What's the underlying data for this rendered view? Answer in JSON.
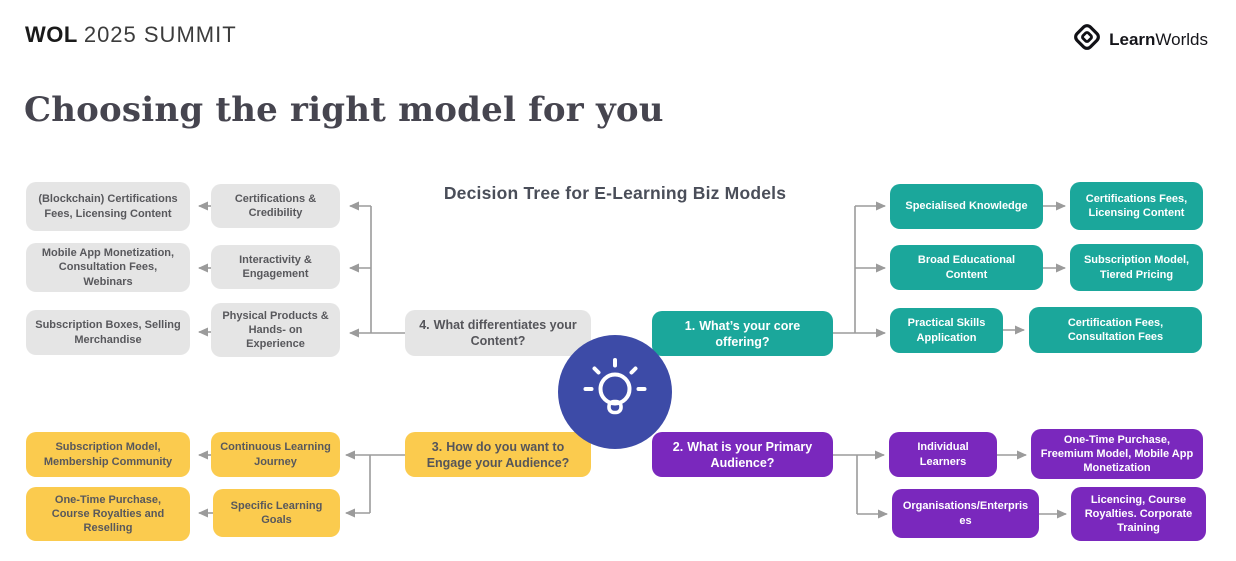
{
  "header": {
    "brand_left": {
      "bold": "WOL",
      "rest": "2025 SUMMIT"
    },
    "brand_right": {
      "bold": "Learn",
      "rest": "Worlds"
    },
    "page_title": "Choosing the right model for you"
  },
  "diagram": {
    "title": "Decision Tree for E-Learning Biz Models",
    "center_icon": "lightbulb-icon",
    "colors": {
      "teal": "#1ba79b",
      "purple": "#7a28bd",
      "yellow": "#fbcb4e",
      "gray": "#e5e5e5",
      "hub_blue": "#3d4ba7",
      "arrow": "#9b9b9b",
      "dark_text": "#58585c",
      "light_text": "#ffffff"
    },
    "branches": {
      "core_offering": {
        "question_number": "1.",
        "question": "What’s your core offering?",
        "options": [
          {
            "label": "Specialised Knowledge",
            "outcome": "Certifications Fees, Licensing Content"
          },
          {
            "label": "Broad Educational Content",
            "outcome": "Subscription Model, Tiered Pricing"
          },
          {
            "label": "Practical Skills Application",
            "outcome": "Certification Fees, Consultation Fees"
          }
        ]
      },
      "primary_audience": {
        "question_number": "2.",
        "question": "What is your Primary Audience?",
        "options": [
          {
            "label": "Individual Learners",
            "outcome": "One-Time Purchase, Freemium Model, Mobile App Monetization"
          },
          {
            "label": "Organisations/Enterprises",
            "outcome": "Licencing, Course Royalties. Corporate Training"
          }
        ]
      },
      "engage_audience": {
        "question_number": "3.",
        "question": "How do you want to Engage your Audience?",
        "options": [
          {
            "label": "Continuous Learning Journey",
            "outcome": "Subscription Model, Membership Community"
          },
          {
            "label": "Specific Learning Goals",
            "outcome": "One-Time Purchase, Course Royalties and Reselling"
          }
        ]
      },
      "differentiates_content": {
        "question_number": "4.",
        "question": "What differentiates your Content?",
        "options": [
          {
            "label": "Certifications & Credibility",
            "outcome": "(Blockchain) Certifications Fees, Licensing Content"
          },
          {
            "label": "Interactivity & Engagement",
            "outcome": "Mobile App Monetization, Consultation Fees, Webinars"
          },
          {
            "label": "Physical Products & Hands- on Experience",
            "outcome": "Subscription Boxes, Selling Merchandise"
          }
        ]
      }
    }
  }
}
